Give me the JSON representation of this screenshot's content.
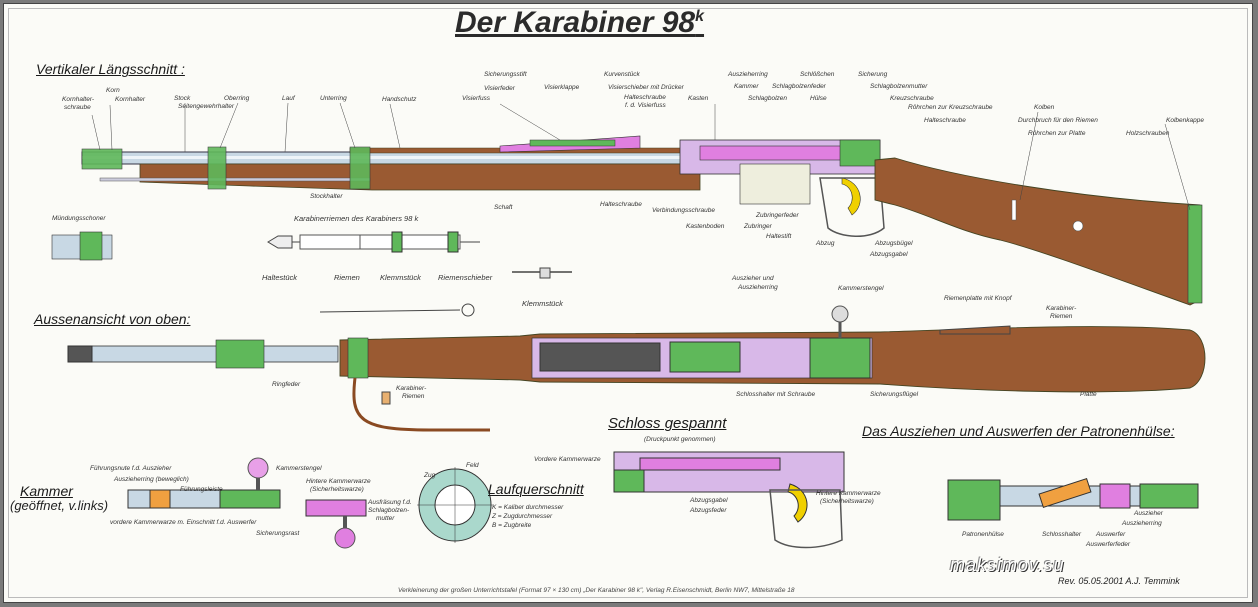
{
  "title": {
    "main": "Der Karabiner 98",
    "sup": "k"
  },
  "sections": {
    "vertical": "Vertikaler Längsschnitt :",
    "outside": "Aussenansicht von oben:",
    "bolt": "Kammer",
    "bolt2": "(geöffnet, v.links)",
    "cocked": "Schloss gespannt",
    "cocked_note": "(Druckpunkt genommen)",
    "extract": "Das Ausziehen und Auswerfen der Patronenhülse:",
    "bore": "Laufquerschnitt",
    "sling_title": "Karabinerriemen des Karabiners 98 k"
  },
  "labels_top": {
    "kornhalterschraube1": "Kornhalter-",
    "kornhalterschraube2": "schraube",
    "korn": "Korn",
    "kornhalter": "Kornhalter",
    "stock": "Stock",
    "seitengewehrhalter": "Seitengewehrhalter",
    "oberring": "Oberring",
    "lauf": "Lauf",
    "unterring": "Unterring",
    "handschutz": "Handschutz",
    "sicherungsstift": "Sicherungsstift",
    "visierfeder": "Visierfeder",
    "visierfuss": "Visierfuss",
    "visierklappe": "Visierklappe",
    "kurvenstueck": "Kurvenstück",
    "visierschieber": "Visierschieber mit Drücker",
    "halteschraube_vf1": "Halteschraube",
    "halteschraube_vf2": "f. d. Visierfuss",
    "auszieherring": "Auszieherring",
    "kammer": "Kammer",
    "kasten": "Kasten",
    "schlagbolzen": "Schlagbolzen",
    "schloesschen": "Schlößchen",
    "schlagbolzenfeder": "Schlagbolzenfeder",
    "huelse": "Hülse",
    "sicherung": "Sicherung",
    "schlagbolzenmutter": "Schlagbolzenmutter",
    "kreuzschraube": "Kreuzschraube",
    "roehrchen_kreuz": "Röhrchen zur Kreuzschraube",
    "halteschraube": "Halteschraube",
    "kolben": "Kolben",
    "durchbruch": "Durchbruch für den Riemen",
    "roehrchen_platte": "Röhrchen zur Platte",
    "holzschrauben": "Holzschrauben",
    "kolbenkappe": "Kolbenkappe",
    "stockhalter": "Stockhalter",
    "schaft": "Schaft",
    "halteschraube2": "Halteschraube",
    "verbindungsschraube": "Verbindungsschraube",
    "kastenboden": "Kastenboden",
    "zubringerfeder": "Zubringerfeder",
    "zubringer": "Zubringer",
    "haltestift": "Haltestift",
    "abzug": "Abzug",
    "abzugsbuegel": "Abzugsbügel",
    "abzugsgabel": "Abzugsgabel",
    "muendungsschoner": "Mündungsschoner"
  },
  "labels_sling": {
    "haltestueck": "Haltestück",
    "riemen": "Riemen",
    "klemmstueck": "Klemmstück",
    "riemenschieber": "Riemenschieber",
    "klemmstueck2": "Klemmstück"
  },
  "labels_outside": {
    "ringfeder": "Ringfeder",
    "karabinerriemen1": "Karabiner-",
    "karabinerriemen2": "Riemen",
    "auszieher1": "Auszieher und",
    "auszieher2": "Auszieherring",
    "kammerstengel": "Kammerstengel",
    "riemenplatte": "Riemenplatte mit Knopf",
    "karabinerriemen3": "Karabiner-",
    "karabinerriemen4": "Riemen",
    "schlosshalter": "Schlosshalter mit Schraube",
    "sicherungsfluegel": "Sicherungsflügel",
    "platte": "Platte"
  },
  "labels_bolt": {
    "fuehrungsnute": "Führungsnute f.d. Auszieher",
    "auszieherring": "Auszieherring (beweglich)",
    "fuehrungsleiste": "Führungsleiste",
    "kammerstengel": "Kammerstengel",
    "vordere": "vordere Kammerwarze m. Einschnitt f.d. Auswerfer",
    "sicherungsrast": "Sicherungsrast",
    "hintere1": "Hintere Kammerwarze",
    "hintere2": "(Sicherheitswarze)",
    "ausfraesung1": "Ausfräsung f.d.",
    "ausfraesung2": "Schlagbolzen-",
    "ausfraesung3": "mutter"
  },
  "labels_bore": {
    "feld": "Feld",
    "zug": "Zug",
    "k": "K = Kaliber durchmesser",
    "z": "Z = Zugdurchmesser",
    "b": "B = Zugbreite"
  },
  "labels_cocked": {
    "vordere": "Vordere Kammerwarze",
    "abzugsgabel": "Abzugsgabel",
    "abzugsfeder": "Abzugsfeder",
    "hintere1": "Hintere Kammerwarze",
    "hintere2": "(Sicherheitswarze)"
  },
  "labels_extract": {
    "patronenhuelse": "Patronenhülse",
    "schlosshalter": "Schlosshalter",
    "auswerfer": "Auswerfer",
    "auswerferfeder": "Auswerferfeder",
    "auszieherring": "Auszieherring",
    "auszieher": "Auszieher"
  },
  "footer": "Verkleinerung der großen Unterrichtstafel (Format 97 × 130 cm) „Der Karabiner 98 k\", Verlag R.Eisenschmidt, Berlin NW7, Mittelstraße 18",
  "watermark": "maksimov.su",
  "revision": "Rev. 05.05.2001 A.J. Temmink",
  "colors": {
    "wood": "#9a5a32",
    "green": "#5fb85a",
    "pink": "#e07fe0",
    "steel": "#6e8aa8",
    "yellow": "#f0d000",
    "barrel_light": "#c8d8e4"
  }
}
